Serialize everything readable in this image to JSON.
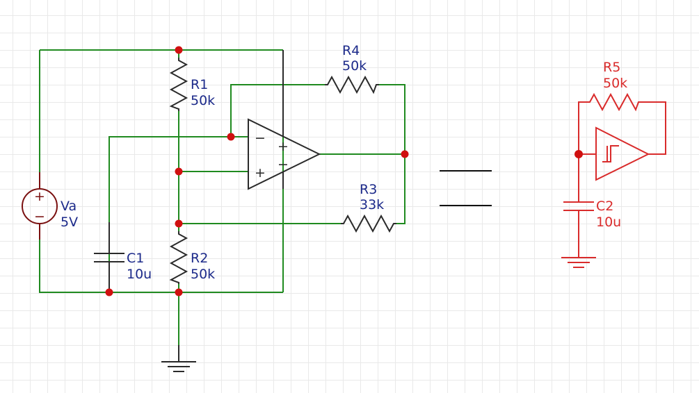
{
  "left_circuit": {
    "source": {
      "name": "Va",
      "value": "5V",
      "plus": "+",
      "minus": "−"
    },
    "r1": {
      "name": "R1",
      "value": "50k"
    },
    "r2": {
      "name": "R2",
      "value": "50k"
    },
    "r3": {
      "name": "R3",
      "value": "33k"
    },
    "r4": {
      "name": "R4",
      "value": "50k"
    },
    "c1": {
      "name": "C1",
      "value": "10u"
    },
    "opamp": {
      "in_top_sign": "−",
      "in_bottom_sign": "+",
      "rail_top_sign": "+",
      "rail_bottom_sign": "−"
    }
  },
  "right_circuit": {
    "r5": {
      "name": "R5",
      "value": "50k"
    },
    "c2": {
      "name": "C2",
      "value": "10u"
    },
    "symbol": "schmitt-trigger-buffer"
  },
  "equivalence_symbol": "equals-sign",
  "colors": {
    "wire": "#1f8a1f",
    "component": "#2a2a2a",
    "source_body": "#7a1010",
    "node": "#d01010",
    "label_blue": "#1c2a8a",
    "equivalent_red": "#d92b2b",
    "grid": "#e9e9e9"
  }
}
